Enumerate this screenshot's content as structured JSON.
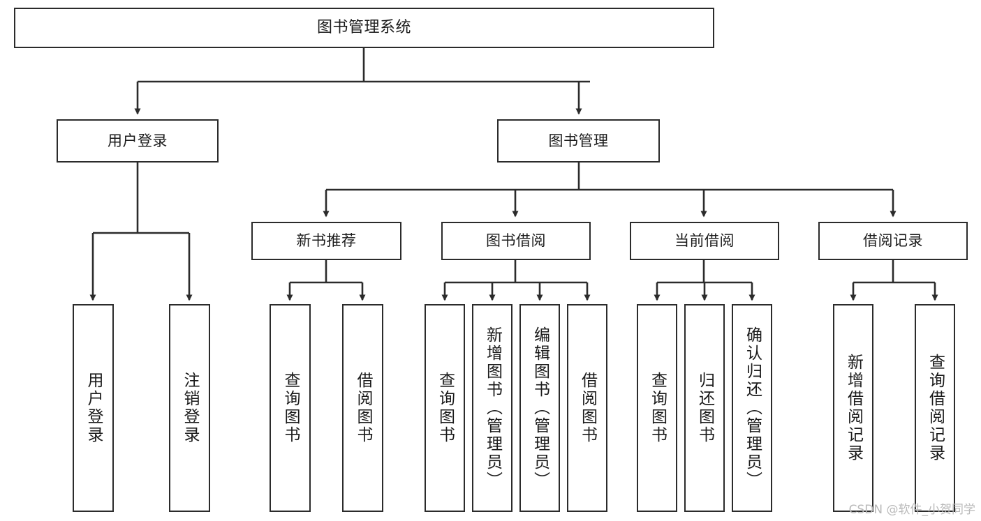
{
  "diagram": {
    "title": "图书管理系统",
    "type": "tree",
    "watermark": "CSDN @软件_小贺同学",
    "colors": {
      "background": "#ffffff",
      "box_border": "#2b2b2b",
      "box_fill": "#ffffff",
      "text": "#1a1a1a",
      "edge": "#2b2b2b",
      "watermark": "#b9b9b9"
    },
    "root": {
      "label": "图书管理系统"
    },
    "level1": [
      {
        "label": "用户登录"
      },
      {
        "label": "图书管理"
      }
    ],
    "level2": [
      {
        "label": "新书推荐"
      },
      {
        "label": "图书借阅"
      },
      {
        "label": "当前借阅"
      },
      {
        "label": "借阅记录"
      }
    ],
    "leaves": {
      "user_login": [
        {
          "label": "用户登录"
        },
        {
          "label": "注销登录"
        }
      ],
      "new_book": [
        {
          "label": "查询图书"
        },
        {
          "label": "借阅图书"
        }
      ],
      "book_borrow": [
        {
          "label": "查询图书"
        },
        {
          "label": "新增图书（管理员）"
        },
        {
          "label": "编辑图书（管理员）"
        },
        {
          "label": "借阅图书"
        }
      ],
      "current_borrow": [
        {
          "label": "查询图书"
        },
        {
          "label": "归还图书"
        },
        {
          "label": "确认归还（管理员）"
        }
      ],
      "borrow_record": [
        {
          "label": "新增借阅记录"
        },
        {
          "label": "查询借阅记录"
        }
      ]
    }
  }
}
